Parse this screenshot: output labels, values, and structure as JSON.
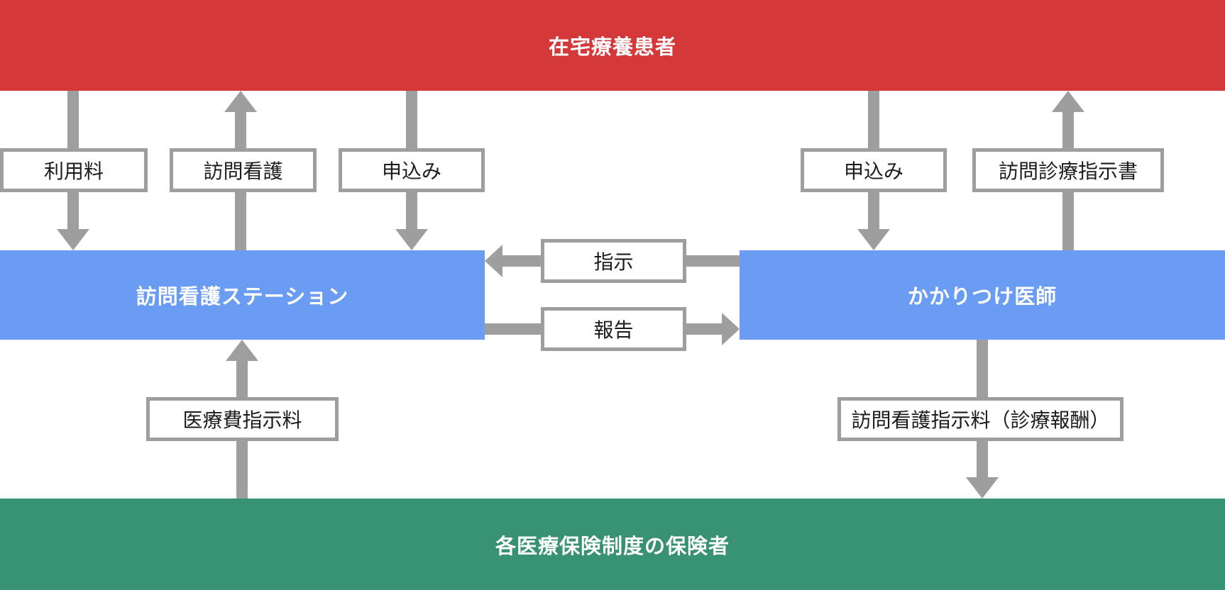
{
  "nodes": {
    "patient": "在宅療養患者",
    "nursing_station": "訪問看護ステーション",
    "doctor": "かかりつけ医師",
    "insurer": "各医療保険制度の保険者"
  },
  "flows": {
    "usage_fee": "利用料",
    "visiting_nursing": "訪問看護",
    "application_to_station": "申込み",
    "application_to_doctor": "申込み",
    "visiting_care_directive": "訪問診療指示書",
    "instruction": "指示",
    "report": "報告",
    "medical_fee_directive": "医療費指示料",
    "nursing_directive_fee": "訪問看護指示料（診療報酬）"
  },
  "colors": {
    "patient_banner": "#d53838",
    "station_box": "#699cf2",
    "doctor_box": "#699cf2",
    "insurer_banner": "#389172",
    "arrow": "#9e9e9e",
    "label_border": "#9e9e9e",
    "label_text": "#1c1c1c",
    "banner_text": "#ffffff"
  }
}
